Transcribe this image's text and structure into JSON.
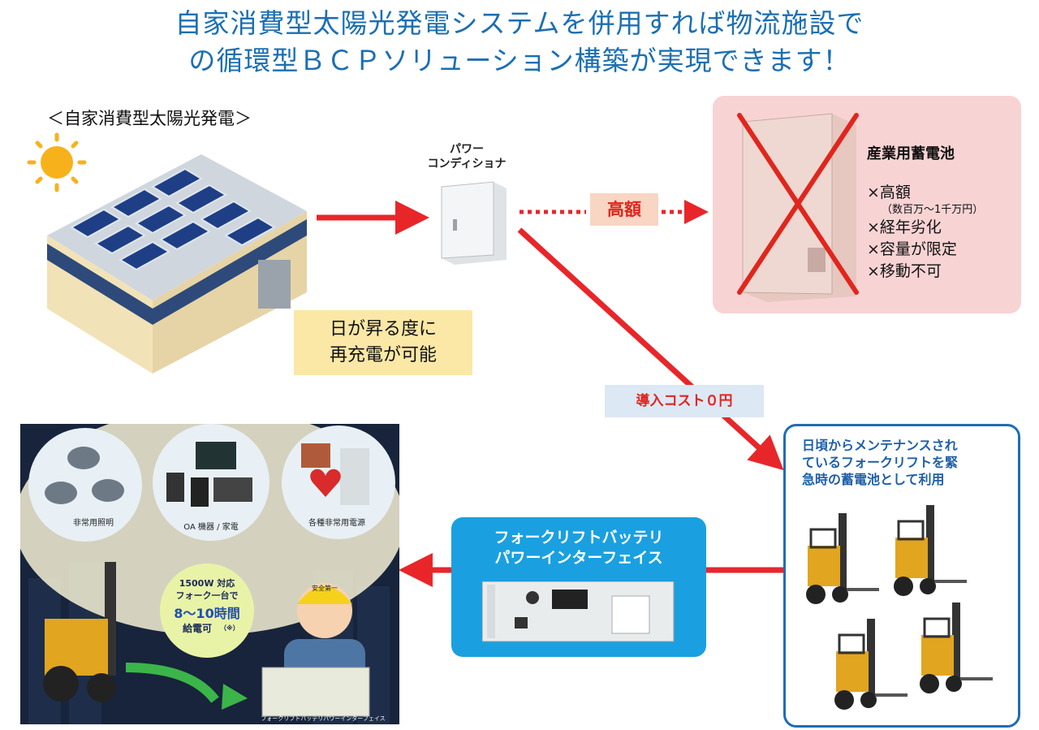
{
  "title": {
    "line1": "自家消費型太陽光発電システムを併用すれば物流施設で",
    "line2": "の循環型ＢＣＰソリューション構築が実現できます！"
  },
  "solar": {
    "label": "＜自家消費型太陽光発電＞"
  },
  "sunrise_box": {
    "line1": "日が昇る度に",
    "line2": "再充電が可能"
  },
  "power_conditioner": {
    "line1": "パワー",
    "line2": "コンディショナ"
  },
  "expensive_tag": "高額",
  "industrial_battery": {
    "title": "産業用蓄電池",
    "items": [
      "×高額",
      "（数百万～1千万円）",
      "×経年劣化",
      "×容量が限定",
      "×移動不可"
    ]
  },
  "cost_box": "導入コスト０円",
  "forklift_panel": {
    "desc_line1": "日頃からメンテナンスされ",
    "desc_line2": "ているフォークリフトを緊",
    "desc_line3": "急時の蓄電池として利用"
  },
  "interface_panel": {
    "line1": "フォークリフトバッテリ",
    "line2": "パワーインターフェイス"
  },
  "night_scene": {
    "lighting_label": "非常用照明",
    "oa_label": "OA 機器 / 家電",
    "power_label": "各種非常用電源",
    "bubble_line1": "1500W 対応",
    "bubble_line2": "フォーク一台で",
    "bubble_line3": "8～10時間",
    "bubble_line4": "給電可",
    "bubble_note": "（※）",
    "helmet_label": "安全第一",
    "device_label": "フォークリフトバッテリパワーインターフェイス"
  },
  "colors": {
    "title_blue": "#1b6fb3",
    "arrow_red": "#e8262a",
    "panel_blue": "#1aa0e0"
  }
}
